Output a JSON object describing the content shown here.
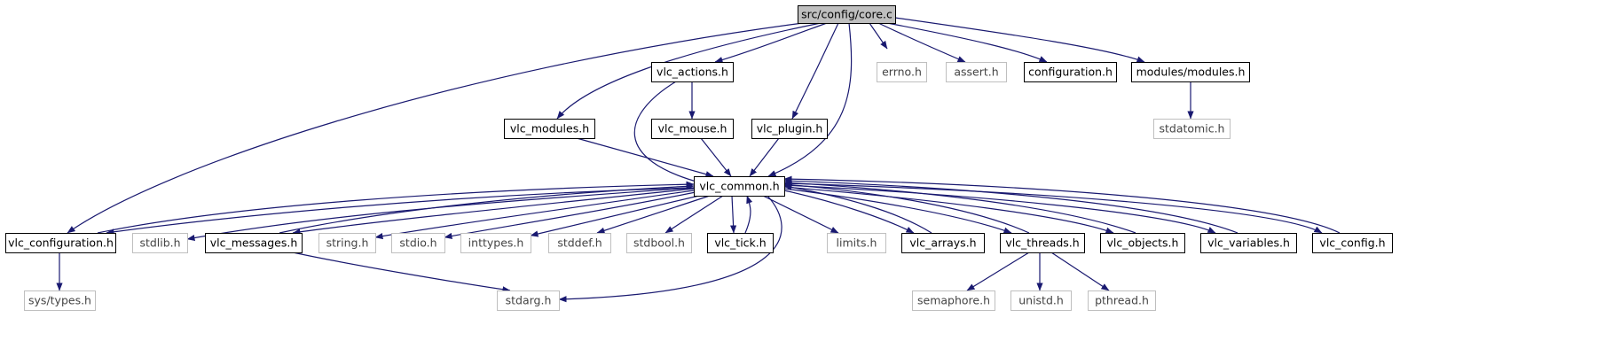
{
  "diagram": {
    "type": "include-dependency-graph",
    "edge_color": "#191970",
    "root_fill": "#bfbfbf",
    "node_fill": "#ffffff",
    "node_border": "#000000",
    "system_node_border": "#bfbfbf",
    "nodes": [
      {
        "id": "core_c",
        "label": "src/config/core.c",
        "kind": "root"
      },
      {
        "id": "vlc_actions",
        "label": "vlc_actions.h",
        "kind": "header"
      },
      {
        "id": "errno",
        "label": "errno.h",
        "kind": "system"
      },
      {
        "id": "assert",
        "label": "assert.h",
        "kind": "system"
      },
      {
        "id": "configuration",
        "label": "configuration.h",
        "kind": "header"
      },
      {
        "id": "modules_modules",
        "label": "modules/modules.h",
        "kind": "header"
      },
      {
        "id": "vlc_modules",
        "label": "vlc_modules.h",
        "kind": "header"
      },
      {
        "id": "vlc_mouse",
        "label": "vlc_mouse.h",
        "kind": "header"
      },
      {
        "id": "vlc_plugin",
        "label": "vlc_plugin.h",
        "kind": "header"
      },
      {
        "id": "stdatomic",
        "label": "stdatomic.h",
        "kind": "system"
      },
      {
        "id": "vlc_common",
        "label": "vlc_common.h",
        "kind": "header"
      },
      {
        "id": "vlc_configuration",
        "label": "vlc_configuration.h",
        "kind": "header"
      },
      {
        "id": "stdlib",
        "label": "stdlib.h",
        "kind": "system"
      },
      {
        "id": "vlc_messages",
        "label": "vlc_messages.h",
        "kind": "header"
      },
      {
        "id": "string",
        "label": "string.h",
        "kind": "system"
      },
      {
        "id": "stdio",
        "label": "stdio.h",
        "kind": "system"
      },
      {
        "id": "inttypes",
        "label": "inttypes.h",
        "kind": "system"
      },
      {
        "id": "stddef",
        "label": "stddef.h",
        "kind": "system"
      },
      {
        "id": "stdbool",
        "label": "stdbool.h",
        "kind": "system"
      },
      {
        "id": "vlc_tick",
        "label": "vlc_tick.h",
        "kind": "header"
      },
      {
        "id": "limits",
        "label": "limits.h",
        "kind": "system"
      },
      {
        "id": "vlc_arrays",
        "label": "vlc_arrays.h",
        "kind": "header"
      },
      {
        "id": "vlc_threads",
        "label": "vlc_threads.h",
        "kind": "header"
      },
      {
        "id": "vlc_objects",
        "label": "vlc_objects.h",
        "kind": "header"
      },
      {
        "id": "vlc_variables",
        "label": "vlc_variables.h",
        "kind": "header"
      },
      {
        "id": "vlc_config",
        "label": "vlc_config.h",
        "kind": "header"
      },
      {
        "id": "sys_types",
        "label": "sys/types.h",
        "kind": "system"
      },
      {
        "id": "stdarg",
        "label": "stdarg.h",
        "kind": "system"
      },
      {
        "id": "semaphore",
        "label": "semaphore.h",
        "kind": "system"
      },
      {
        "id": "unistd",
        "label": "unistd.h",
        "kind": "system"
      },
      {
        "id": "pthread",
        "label": "pthread.h",
        "kind": "system"
      }
    ],
    "edges": [
      {
        "from": "core_c",
        "to": "vlc_actions"
      },
      {
        "from": "core_c",
        "to": "errno"
      },
      {
        "from": "core_c",
        "to": "assert"
      },
      {
        "from": "core_c",
        "to": "configuration"
      },
      {
        "from": "core_c",
        "to": "modules_modules"
      },
      {
        "from": "core_c",
        "to": "vlc_modules"
      },
      {
        "from": "core_c",
        "to": "vlc_plugin"
      },
      {
        "from": "core_c",
        "to": "vlc_common"
      },
      {
        "from": "core_c",
        "to": "vlc_configuration"
      },
      {
        "from": "vlc_actions",
        "to": "vlc_mouse"
      },
      {
        "from": "vlc_actions",
        "to": "vlc_common"
      },
      {
        "from": "vlc_mouse",
        "to": "vlc_common"
      },
      {
        "from": "vlc_plugin",
        "to": "vlc_common"
      },
      {
        "from": "vlc_modules",
        "to": "vlc_common"
      },
      {
        "from": "modules_modules",
        "to": "stdatomic"
      },
      {
        "from": "vlc_common",
        "to": "vlc_configuration"
      },
      {
        "from": "vlc_configuration",
        "to": "vlc_common"
      },
      {
        "from": "vlc_common",
        "to": "stdlib"
      },
      {
        "from": "vlc_common",
        "to": "vlc_messages"
      },
      {
        "from": "vlc_messages",
        "to": "vlc_common"
      },
      {
        "from": "vlc_common",
        "to": "string"
      },
      {
        "from": "vlc_common",
        "to": "stdio"
      },
      {
        "from": "vlc_common",
        "to": "inttypes"
      },
      {
        "from": "vlc_common",
        "to": "stddef"
      },
      {
        "from": "vlc_common",
        "to": "stdbool"
      },
      {
        "from": "vlc_common",
        "to": "vlc_tick"
      },
      {
        "from": "vlc_tick",
        "to": "vlc_common"
      },
      {
        "from": "vlc_common",
        "to": "limits"
      },
      {
        "from": "vlc_common",
        "to": "vlc_arrays"
      },
      {
        "from": "vlc_arrays",
        "to": "vlc_common"
      },
      {
        "from": "vlc_common",
        "to": "vlc_threads"
      },
      {
        "from": "vlc_threads",
        "to": "vlc_common"
      },
      {
        "from": "vlc_common",
        "to": "vlc_objects"
      },
      {
        "from": "vlc_objects",
        "to": "vlc_common"
      },
      {
        "from": "vlc_common",
        "to": "vlc_variables"
      },
      {
        "from": "vlc_variables",
        "to": "vlc_common"
      },
      {
        "from": "vlc_common",
        "to": "vlc_config"
      },
      {
        "from": "vlc_config",
        "to": "vlc_common"
      },
      {
        "from": "vlc_common",
        "to": "stdarg"
      },
      {
        "from": "vlc_configuration",
        "to": "sys_types"
      },
      {
        "from": "vlc_messages",
        "to": "stdarg"
      },
      {
        "from": "vlc_threads",
        "to": "semaphore"
      },
      {
        "from": "vlc_threads",
        "to": "unistd"
      },
      {
        "from": "vlc_threads",
        "to": "pthread"
      }
    ]
  }
}
